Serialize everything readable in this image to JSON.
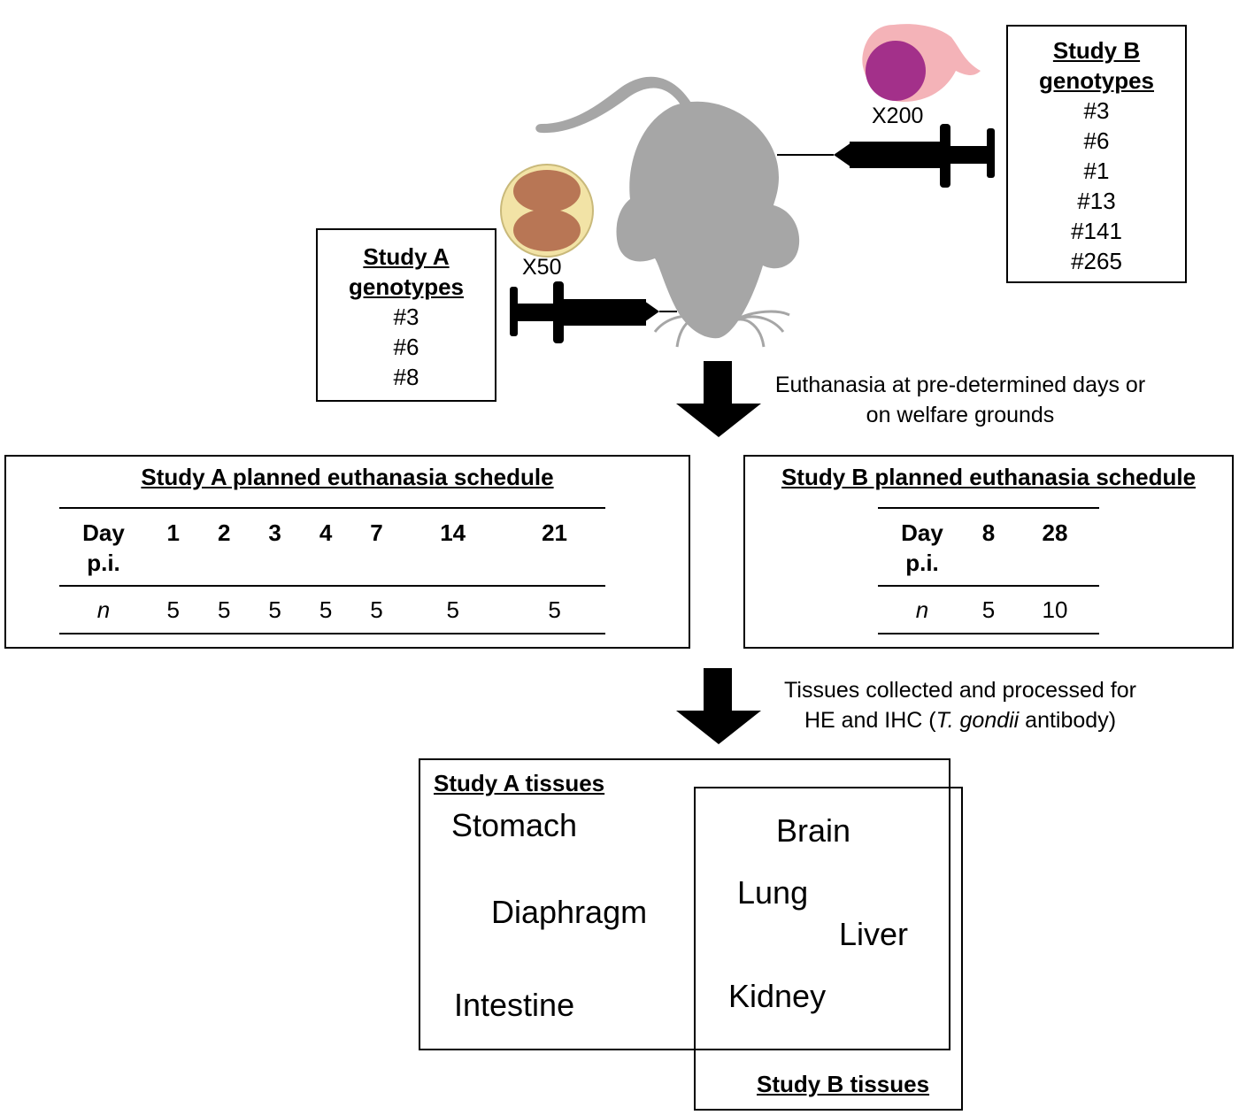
{
  "infection": {
    "study_b": {
      "header_line1": "Study B",
      "header_line2": "genotypes",
      "genotypes": [
        "#3",
        "#6",
        "#1",
        "#13",
        "#141",
        "#265"
      ],
      "magnification": "X200"
    },
    "study_a": {
      "header_line1": "Study A",
      "header_line2": "genotypes",
      "genotypes": [
        "#3",
        "#6",
        "#8"
      ],
      "magnification": "X50"
    }
  },
  "steps": {
    "euthanasia_caption_line1": "Euthanasia at pre-determined days or",
    "euthanasia_caption_line2": "on welfare grounds",
    "tissues_caption_line1": "Tissues collected and processed for",
    "tissues_caption_line2_pre": "HE and IHC (",
    "tissues_caption_line2_italic": "T. gondii",
    "tissues_caption_line2_post": " antibody)"
  },
  "schedule_a": {
    "title": "Study A planned euthanasia schedule",
    "day_label_line1": "Day",
    "day_label_line2": "p.i.",
    "n_label": "n",
    "days": [
      "1",
      "2",
      "3",
      "4",
      "7",
      "14",
      "21"
    ],
    "n_values": [
      "5",
      "5",
      "5",
      "5",
      "5",
      "5",
      "5"
    ]
  },
  "schedule_b": {
    "title": "Study B planned euthanasia schedule",
    "day_label_line1": "Day",
    "day_label_line2": "p.i.",
    "n_label": "n",
    "days": [
      "8",
      "28"
    ],
    "n_values": [
      "5",
      "10"
    ]
  },
  "tissues": {
    "study_a_title": "Study A tissues",
    "study_b_title": "Study B tissues",
    "study_a_only": [
      "Stomach",
      "Diaphragm",
      "Intestine"
    ],
    "shared": [
      "Brain",
      "Lung",
      "Liver",
      "Kidney"
    ]
  },
  "colors": {
    "mouse": "#a6a6a6",
    "oocyst_shell": "#f2e3a6",
    "oocyst_sporocyst": "#b87655",
    "tachyzoite_cytoplasm": "#f4b3b8",
    "tachyzoite_nucleus": "#a3308a",
    "syringe": "#000000"
  }
}
